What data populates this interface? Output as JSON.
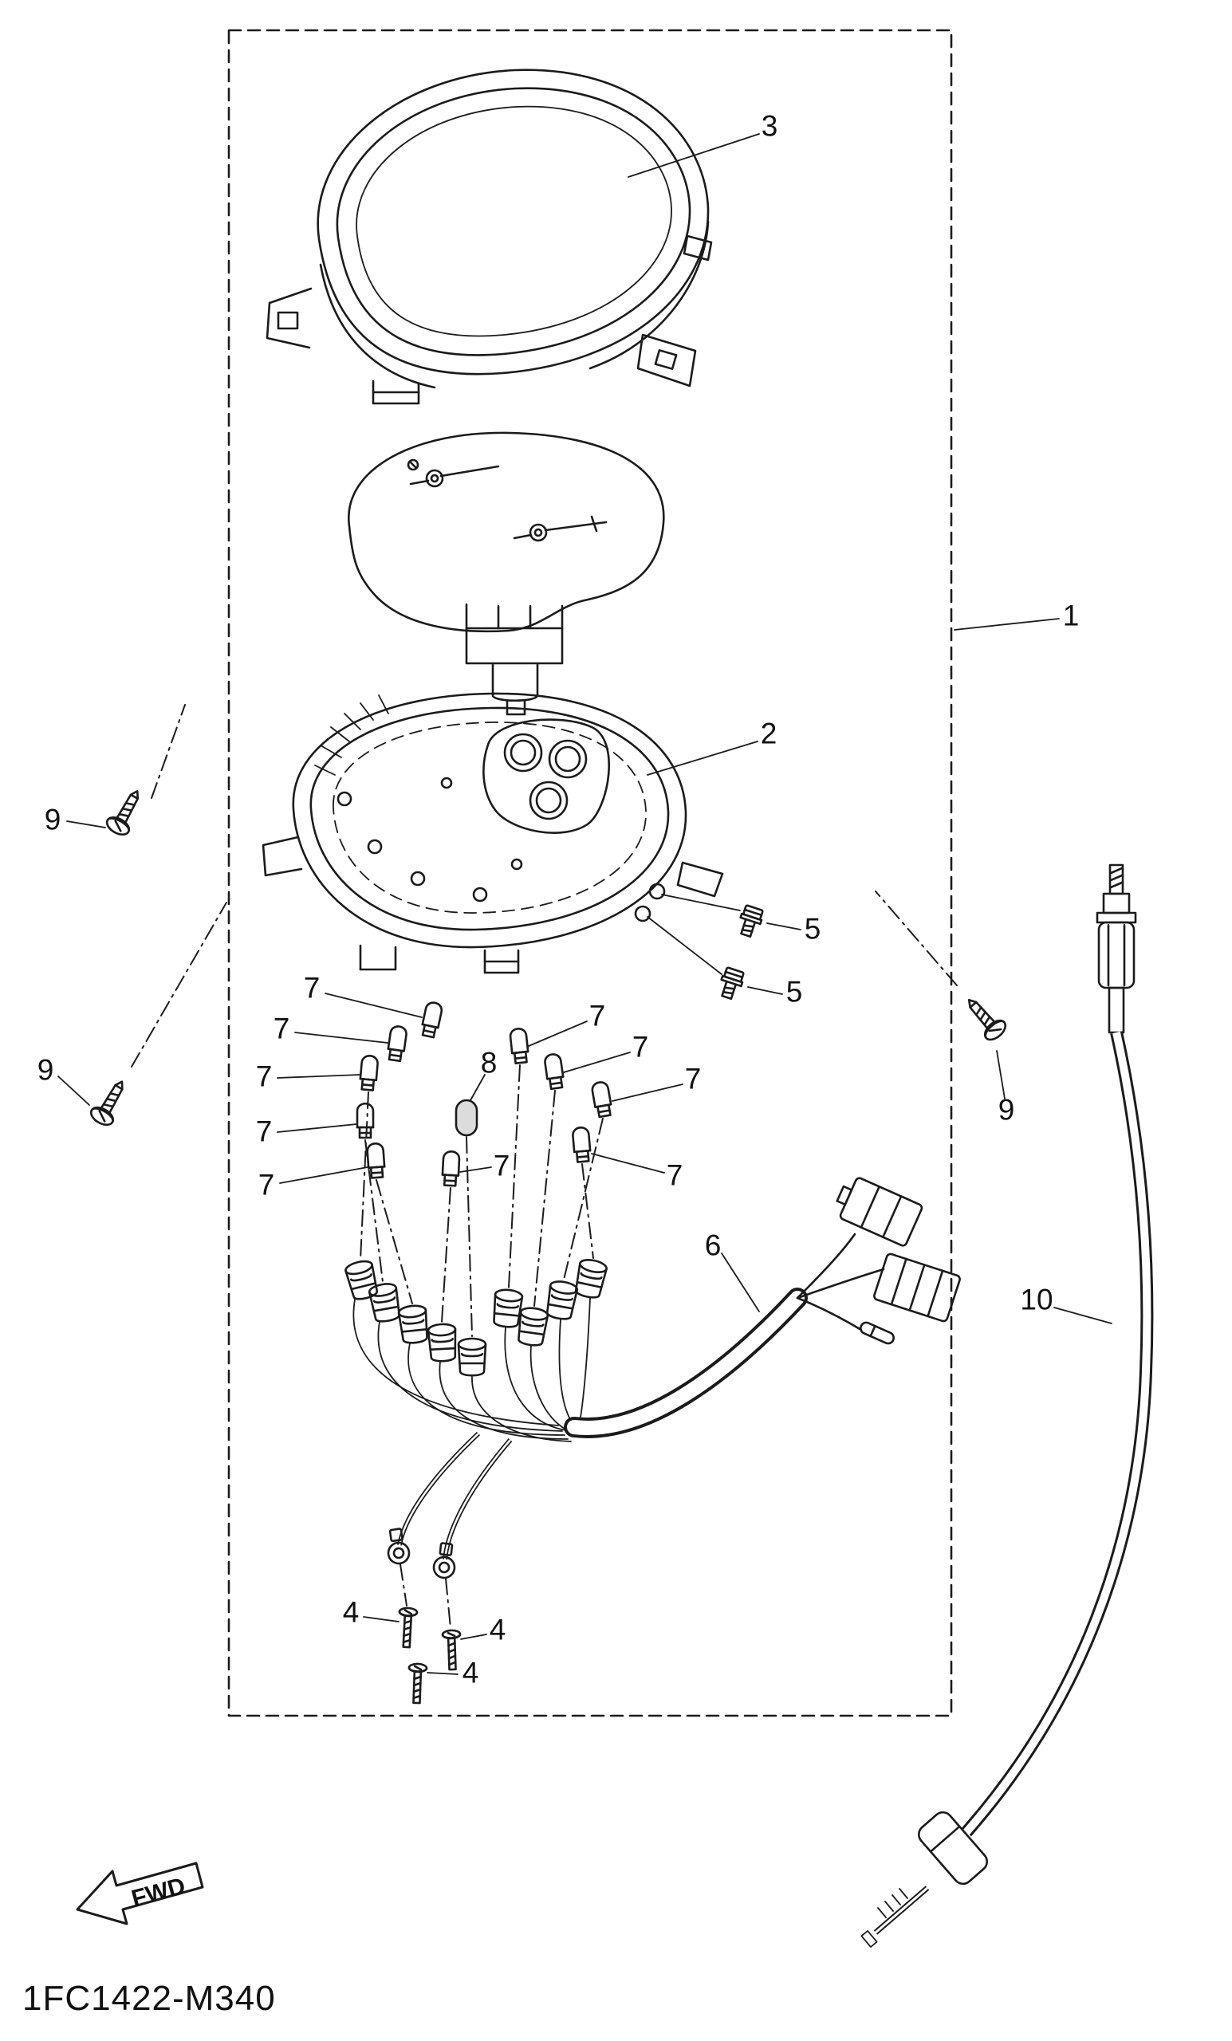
{
  "diagram": {
    "part_code": "1FC1422-M340",
    "fwd_label": "FWD",
    "line_color": "#1b1b1b",
    "background": "#ffffff",
    "callouts": [
      {
        "label": "3"
      },
      {
        "label": "1"
      },
      {
        "label": "2"
      },
      {
        "label": "9"
      },
      {
        "label": "9"
      },
      {
        "label": "9"
      },
      {
        "label": "5"
      },
      {
        "label": "5"
      },
      {
        "label": "7"
      },
      {
        "label": "7"
      },
      {
        "label": "7"
      },
      {
        "label": "7"
      },
      {
        "label": "7"
      },
      {
        "label": "7"
      },
      {
        "label": "7"
      },
      {
        "label": "7"
      },
      {
        "label": "7"
      },
      {
        "label": "7"
      },
      {
        "label": "8"
      },
      {
        "label": "6"
      },
      {
        "label": "10"
      },
      {
        "label": "4"
      },
      {
        "label": "4"
      },
      {
        "label": "4"
      }
    ]
  }
}
